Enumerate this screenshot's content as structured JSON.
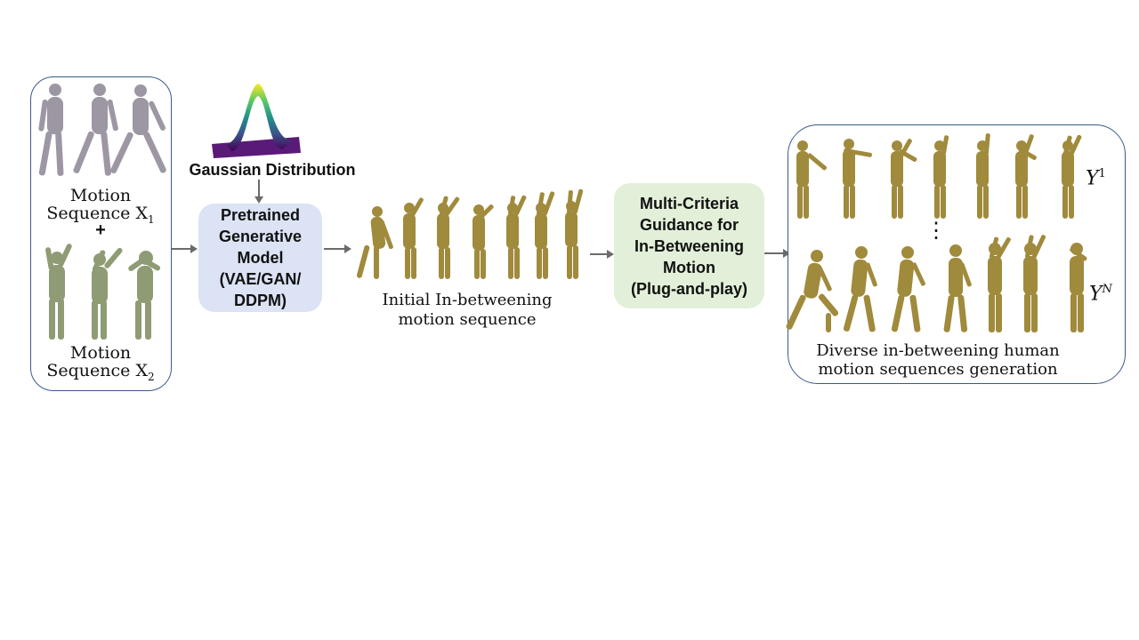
{
  "input_panel": {
    "seq1_label_line1": "Motion",
    "seq1_label_line2": "Sequence X",
    "seq1_subscript": "1",
    "plus": "+",
    "seq2_label_line1": "Motion",
    "seq2_label_line2": "Sequence X",
    "seq2_subscript": "2"
  },
  "gaussian": {
    "label": "Gaussian Distribution"
  },
  "generative_model": {
    "label": "Pretrained\nGenerative\nModel\n(VAE/GAN/\nDDPM)",
    "color": "#dbe3f4"
  },
  "initial_sequence": {
    "label_line1": "Initial In-betweening",
    "label_line2": "motion sequence"
  },
  "guidance": {
    "label": "Multi-Criteria\nGuidance for\nIn-Betweening\nMotion\n(Plug-and-play)",
    "color": "#e2f0d9"
  },
  "output_panel": {
    "y1_base": "Y",
    "y1_sup": "1",
    "yn_base": "Y",
    "yn_sup": "N",
    "dots": "⋮",
    "caption_line1": "Diverse in-betweening human",
    "caption_line2": "motion sequences generation"
  },
  "colors": {
    "gray_figure": "#9d97a4",
    "green_figure": "#8e9b74",
    "gold_figure": "#a08a3c",
    "panel_border": "#3c5a88",
    "arrow": "#6b6b6b"
  }
}
